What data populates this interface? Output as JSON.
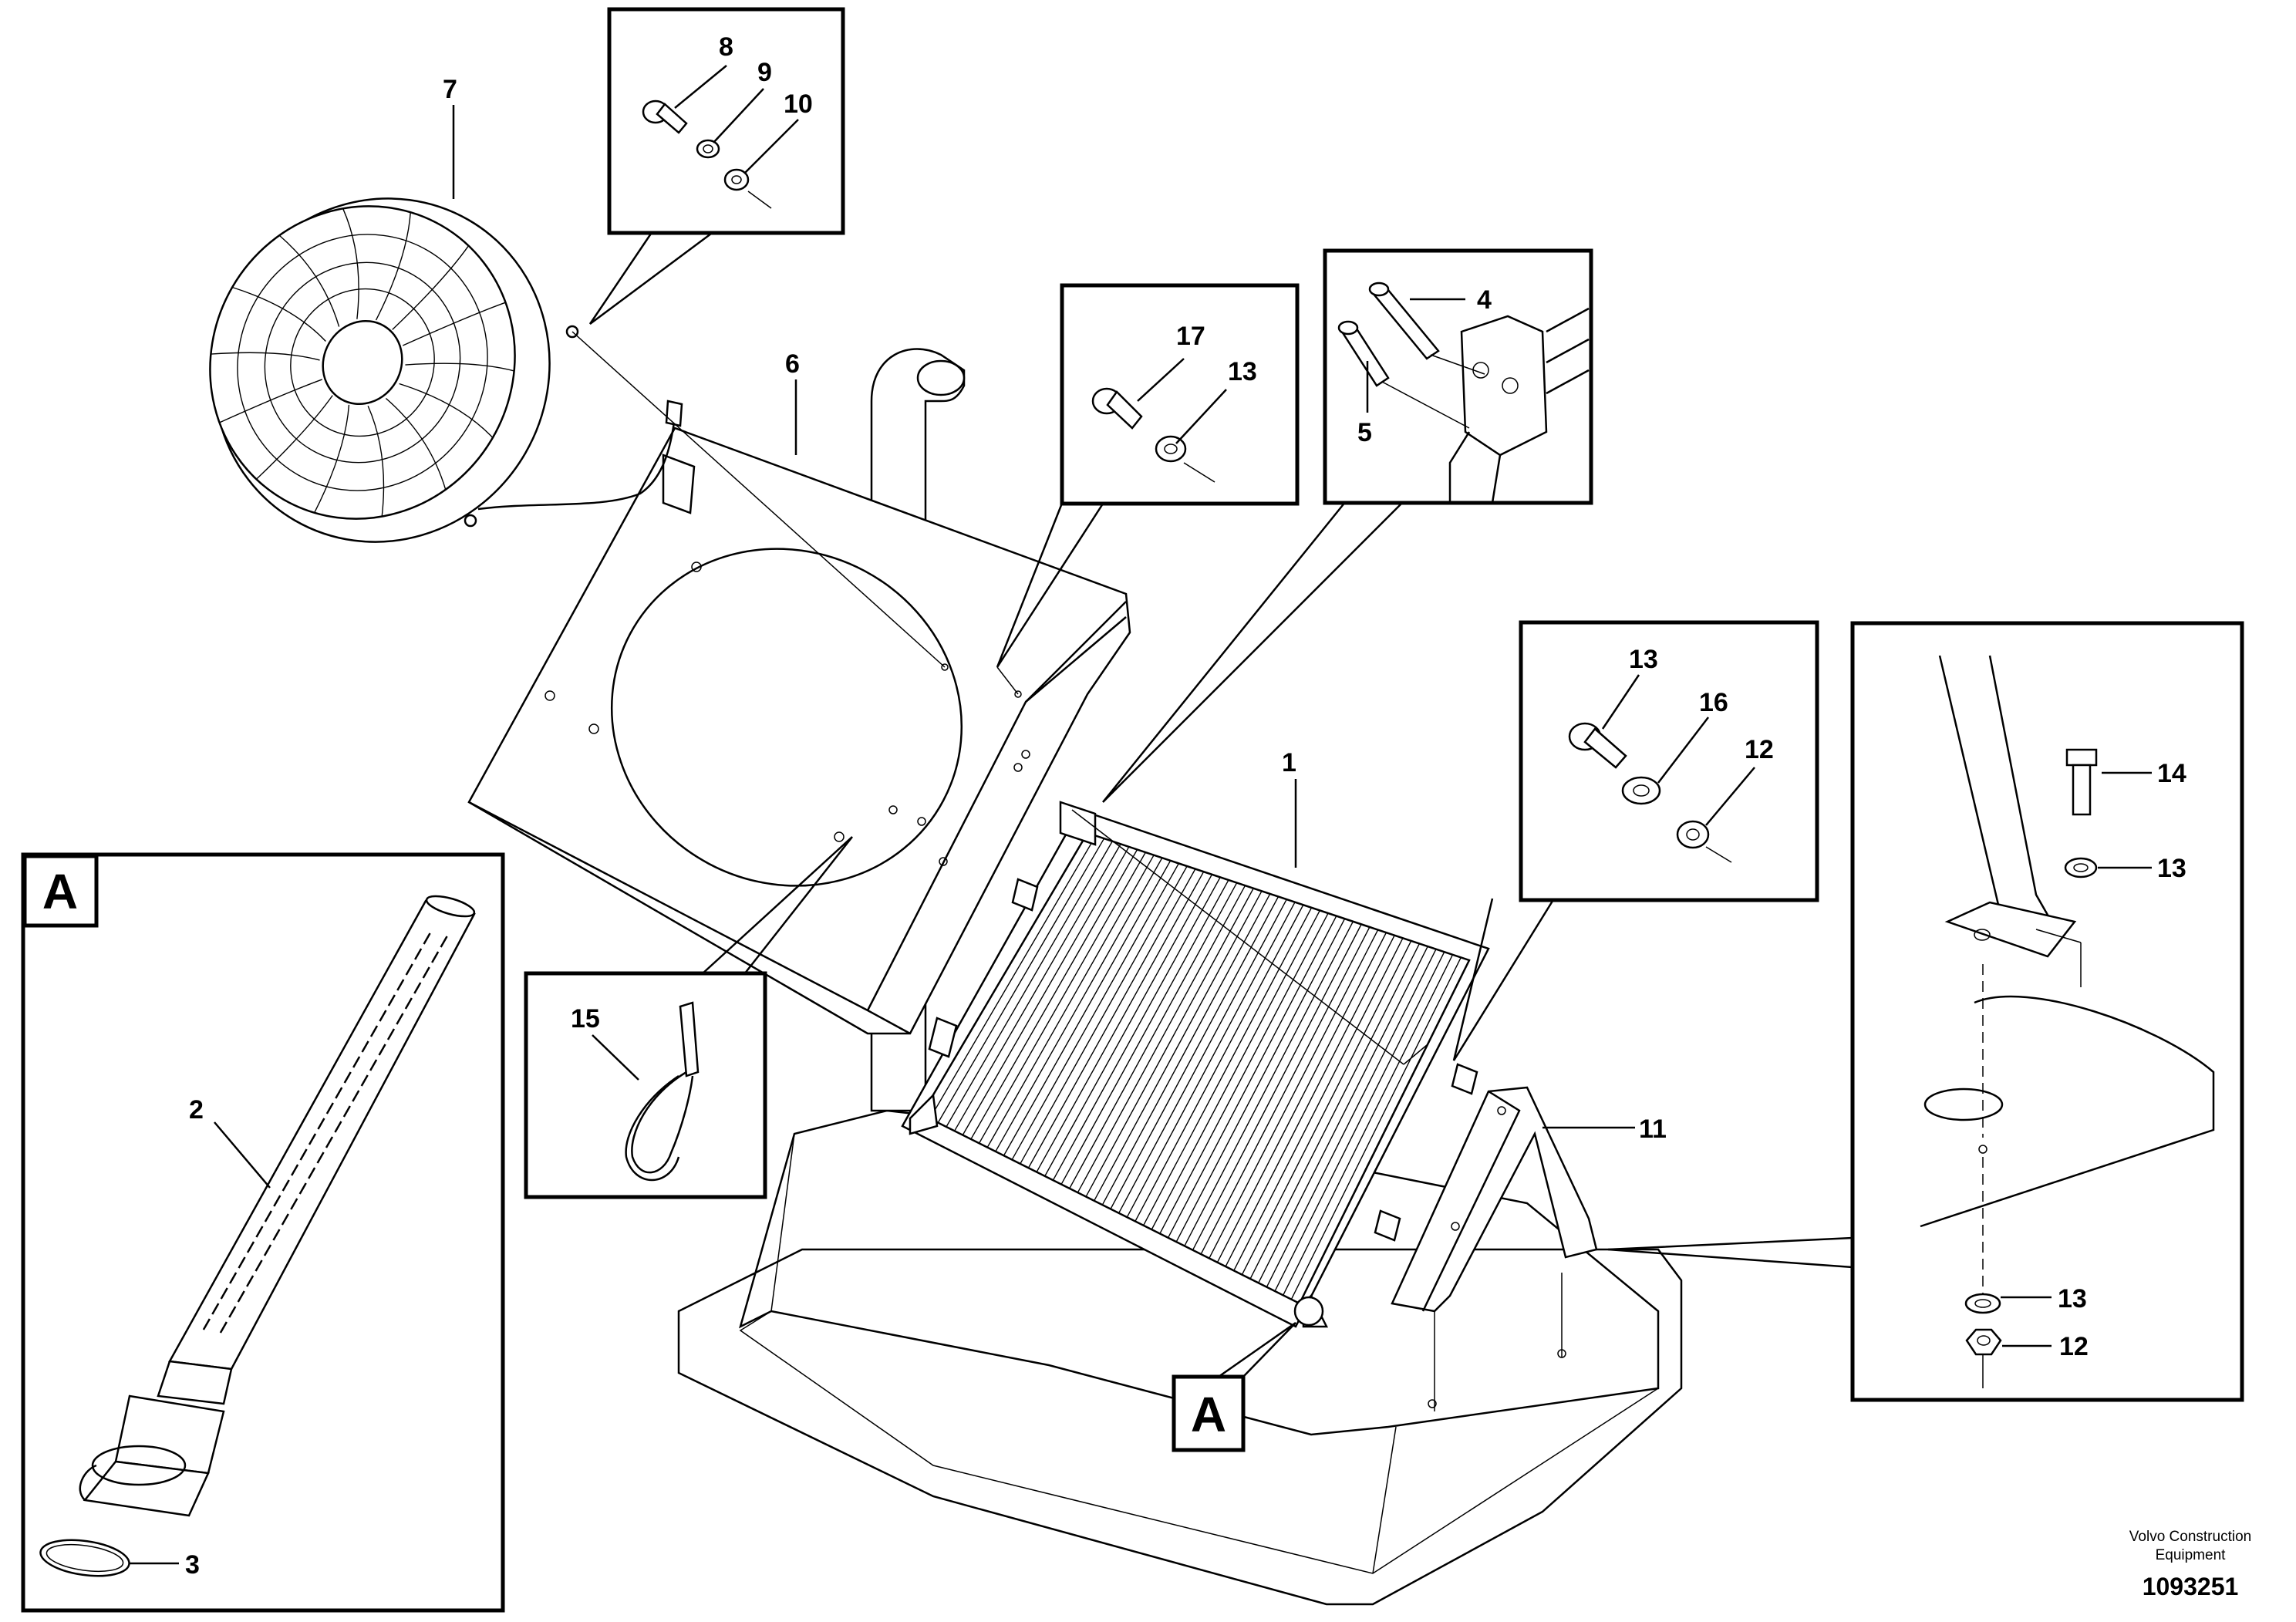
{
  "callouts": {
    "c1": "1",
    "c2": "2",
    "c3": "3",
    "c4": "4",
    "c5": "5",
    "c6": "6",
    "c7": "7",
    "c8": "8",
    "c9": "9",
    "c10": "10",
    "c11": "11",
    "c12a": "12",
    "c12b": "12",
    "c13a": "13",
    "c13b": "13",
    "c13c": "13",
    "c13d": "13",
    "c14": "14",
    "c15": "15",
    "c16": "16",
    "c17": "17"
  },
  "view_labels": {
    "detail_box": "A",
    "pointer_box": "A"
  },
  "footer": {
    "brand_line1": "Volvo Construction",
    "brand_line2": "Equipment",
    "doc_number": "1093251"
  }
}
